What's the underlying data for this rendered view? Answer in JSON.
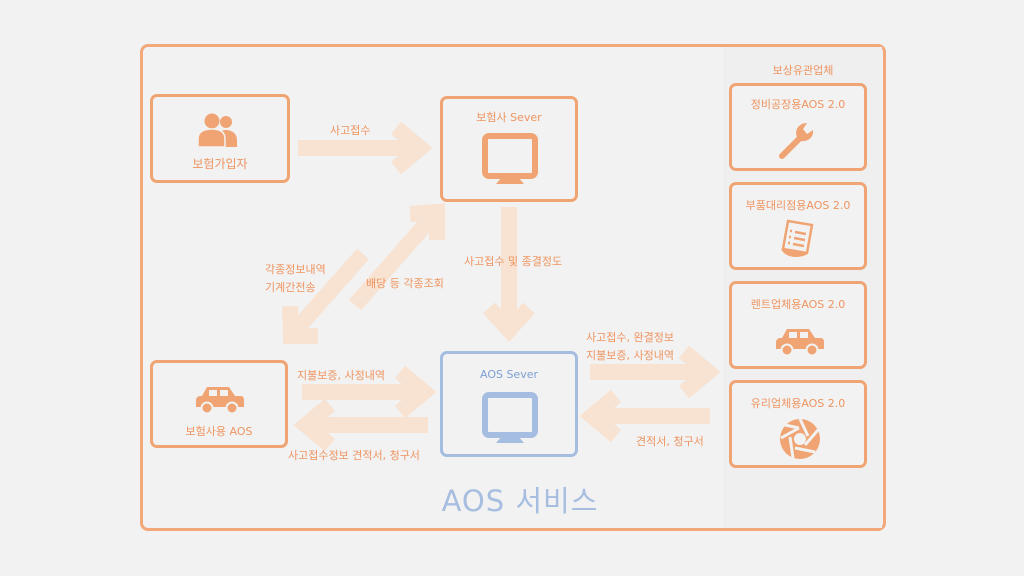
{
  "diagram": {
    "title": "AOS 서비스",
    "colors": {
      "accent": "#f0a473",
      "arrow": "#f8e2d1",
      "server_blue": "#a4bde0",
      "text_orange": "#ee9460",
      "background": "#f2f2f2"
    },
    "nodes": {
      "subscriber": {
        "label": "보험가입자",
        "icon": "users-icon"
      },
      "insurer_server": {
        "label": "보험사  Sever",
        "icon": "monitor-icon"
      },
      "insurer_aos": {
        "label": "보험사용 AOS",
        "icon": "car-icon"
      },
      "aos_server": {
        "label": "AOS  Sever",
        "icon": "monitor-icon"
      }
    },
    "partners": {
      "heading": "보상유관업체",
      "items": [
        {
          "label": "정비공장용AOS 2.0",
          "icon": "wrench-icon"
        },
        {
          "label": "부품대리점용AOS 2.0",
          "icon": "document-icon"
        },
        {
          "label": "렌트업체용AOS 2.0",
          "icon": "car-icon"
        },
        {
          "label": "유리업체용AOS 2.0",
          "icon": "aperture-icon"
        }
      ]
    },
    "edges": {
      "subscriber_to_insurer": "사고접수",
      "insurer_to_aos_server": "사고접수 및 종결정도",
      "aos_to_insurer_line1": "각종정보내역",
      "aos_to_insurer_line2": "기계간전송",
      "insurer_query": "배당 등 각종조회",
      "insurer_aos_to_server": "지불보증, 사정내역",
      "server_to_insurer_aos": "사고접수정보 견적서, 청구서",
      "server_to_partners_line1": "사고접수, 완결정보",
      "server_to_partners_line2": "지불보증, 사정내역",
      "partners_to_server": "견적서, 청구서"
    }
  }
}
